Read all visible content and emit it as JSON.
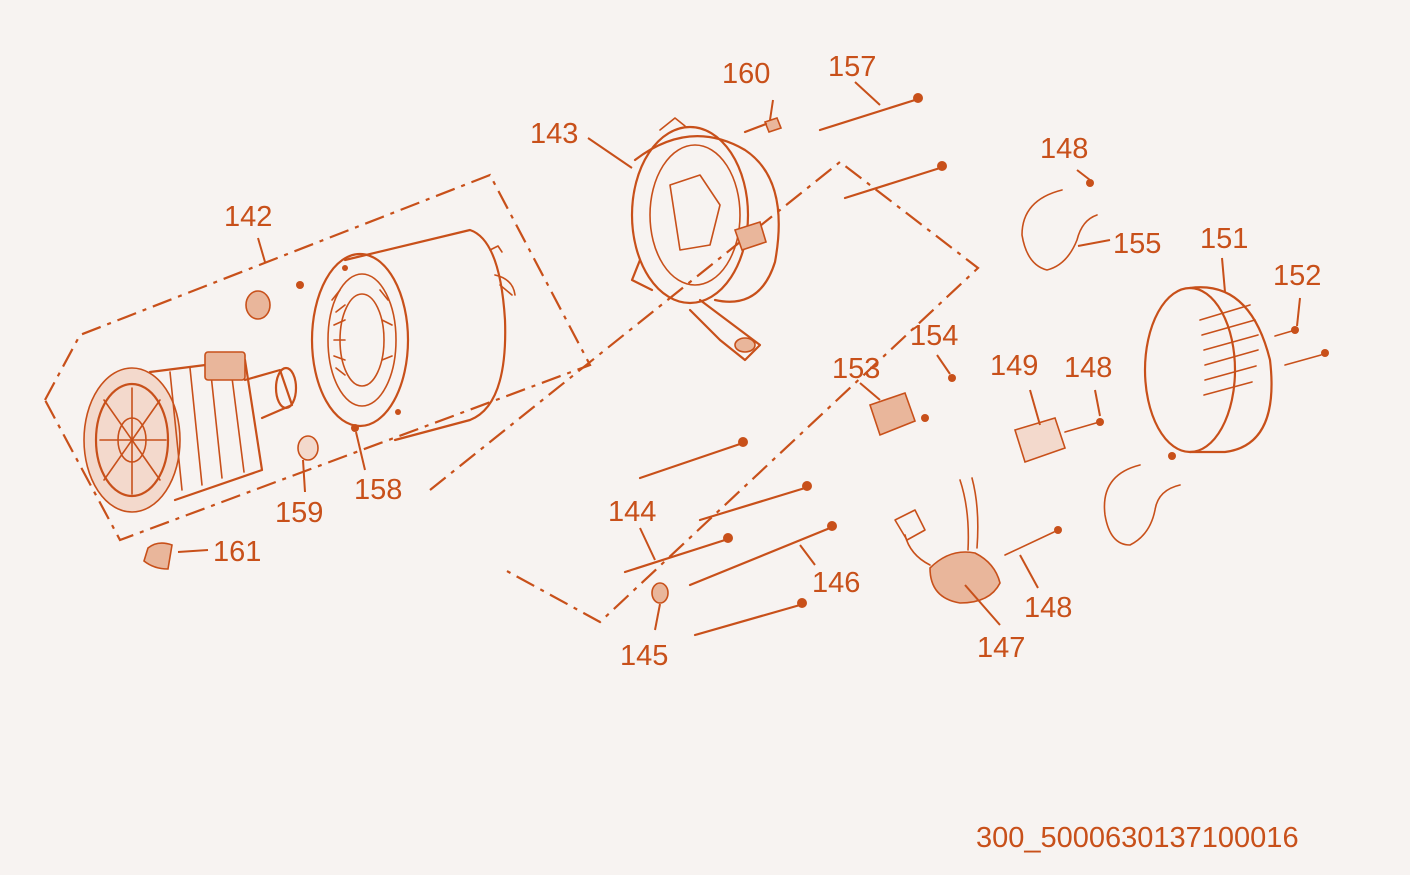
{
  "diagram": {
    "part_numbers": {
      "p142": "142",
      "p143": "143",
      "p144": "144",
      "p145": "145",
      "p146": "146",
      "p147": "147",
      "p148a": "148",
      "p148b": "148",
      "p148c": "148",
      "p149": "149",
      "p151": "151",
      "p152": "152",
      "p153": "153",
      "p154": "154",
      "p155": "155",
      "p157": "157",
      "p158": "158",
      "p159": "159",
      "p160": "160",
      "p161": "161"
    },
    "code": "300_5000630137100016",
    "line_color": "#c8501a",
    "background": "#f7f3f1"
  }
}
